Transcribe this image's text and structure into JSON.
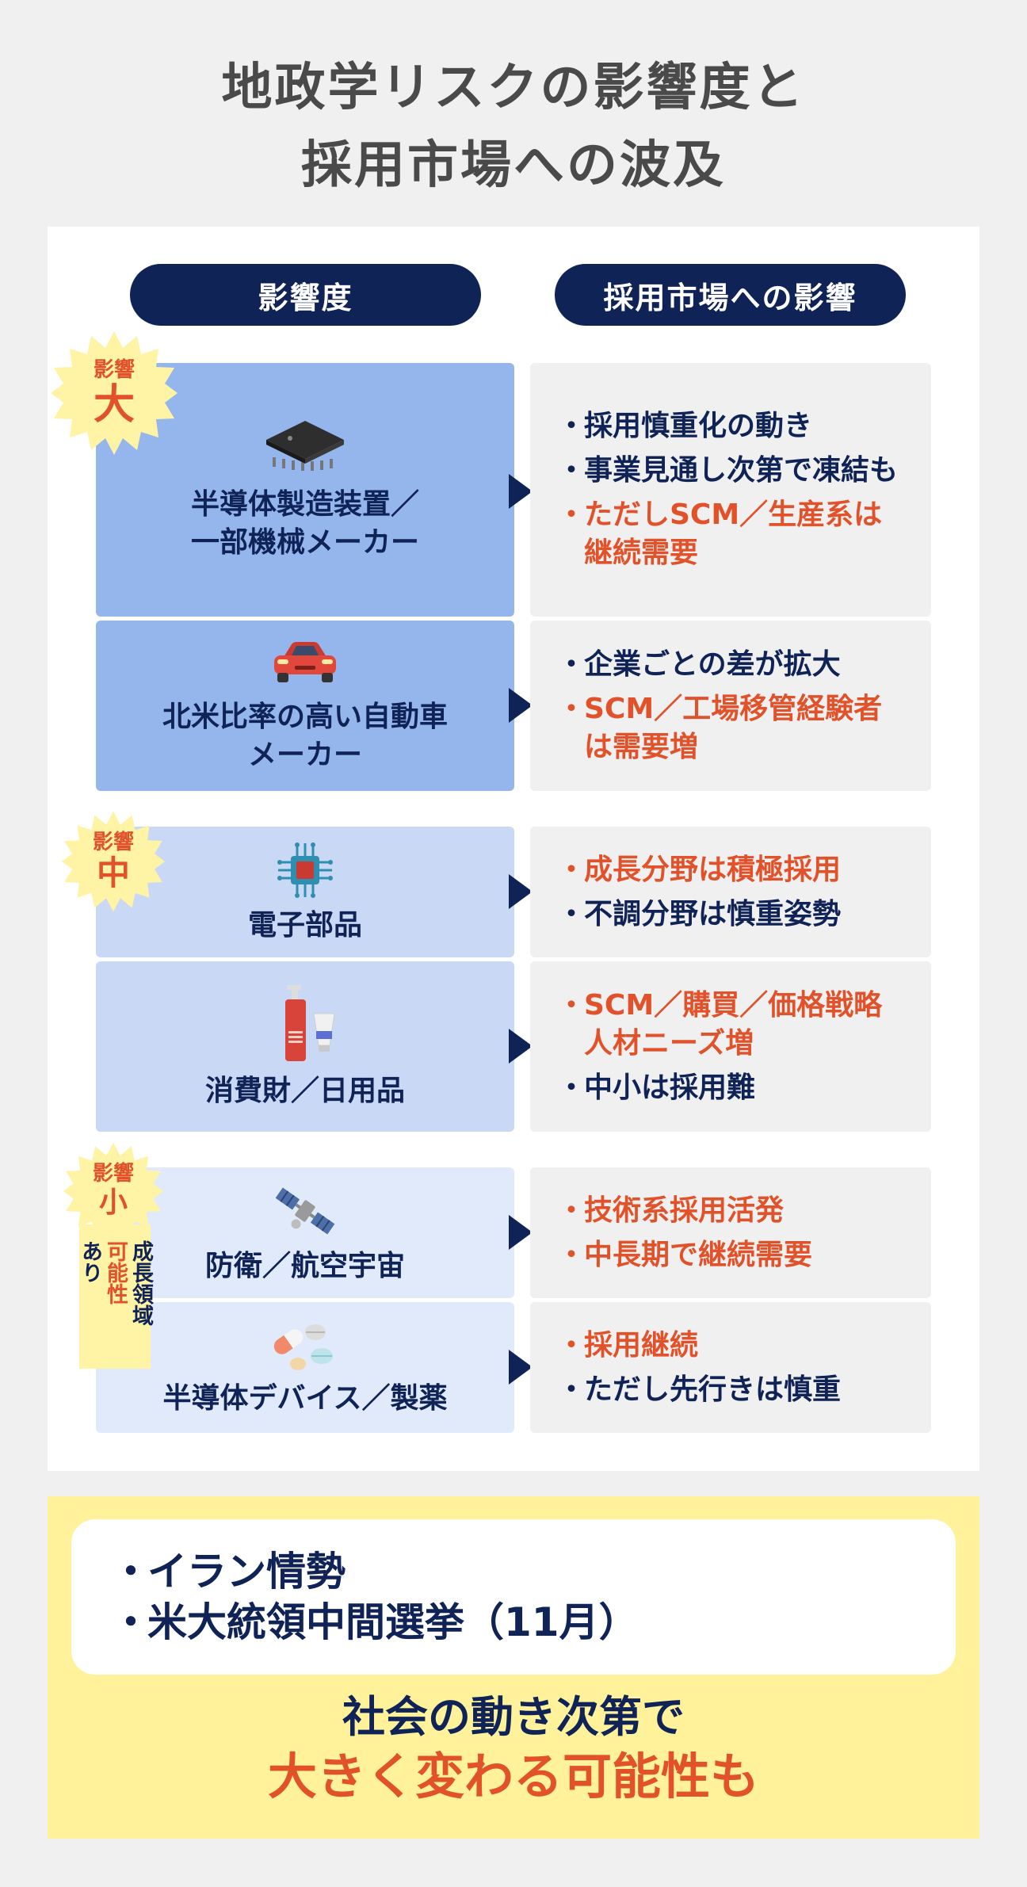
{
  "title": [
    "地政学リスクの影響度と",
    "採用市場への波及"
  ],
  "headers": {
    "left": "影響度",
    "right": "採用市場への影響"
  },
  "badges": {
    "high": {
      "top": "影響",
      "level": "大"
    },
    "mid": {
      "top": "影響",
      "level": "中"
    },
    "low": {
      "top": "影響",
      "level": "小"
    }
  },
  "growth_tag": {
    "col1": "成長領域",
    "col2": "可能性",
    "col3": "あり"
  },
  "rows": [
    {
      "icon": "chip-icon",
      "label": "半導体製造装置／\n一部機械メーカー",
      "bullets": [
        {
          "text": "採用慎重化の動き",
          "accent": false
        },
        {
          "text": "事業見通し次第で凍結も",
          "accent": false
        },
        {
          "text": "ただしSCM／生産系は継続需要",
          "accent": true
        }
      ]
    },
    {
      "icon": "car-icon",
      "label": "北米比率の高い自動車\nメーカー",
      "bullets": [
        {
          "text": "企業ごとの差が拡大",
          "accent": false
        },
        {
          "text": "SCM／工場移管経験者は需要増",
          "accent": true
        }
      ]
    },
    {
      "icon": "circuit-icon",
      "label": "電子部品",
      "bullets": [
        {
          "text": "成長分野は積極採用",
          "accent": true
        },
        {
          "text": "不調分野は慎重姿勢",
          "accent": false
        }
      ]
    },
    {
      "icon": "bottles-icon",
      "label": "消費財／日用品",
      "bullets": [
        {
          "text": "SCM／購買／価格戦略人材ニーズ増",
          "accent": true
        },
        {
          "text": "中小は採用難",
          "accent": false
        }
      ]
    },
    {
      "icon": "satellite-icon",
      "label": "防衛／航空宇宙",
      "bullets": [
        {
          "text": "技術系採用活発",
          "accent": true
        },
        {
          "text": "中長期で継続需要",
          "accent": true
        }
      ]
    },
    {
      "icon": "pills-icon",
      "label": "半導体デバイス／製薬",
      "bullets": [
        {
          "text": "採用継続",
          "accent": true
        },
        {
          "text": "ただし先行きは慎重",
          "accent": false
        }
      ]
    }
  ],
  "bottom": {
    "bullets": [
      "イラン情勢",
      "米大統領中間選挙（11月）"
    ],
    "line1": "社会の動き次第で",
    "line2": "大きく変わる可能性も"
  },
  "colors": {
    "navy": "#0f2356",
    "orange": "#e2522a",
    "impact_high": "#94b6ec",
    "impact_mid": "#c9d9f5",
    "impact_low": "#e1eafa",
    "yellow": "#fff29a"
  }
}
